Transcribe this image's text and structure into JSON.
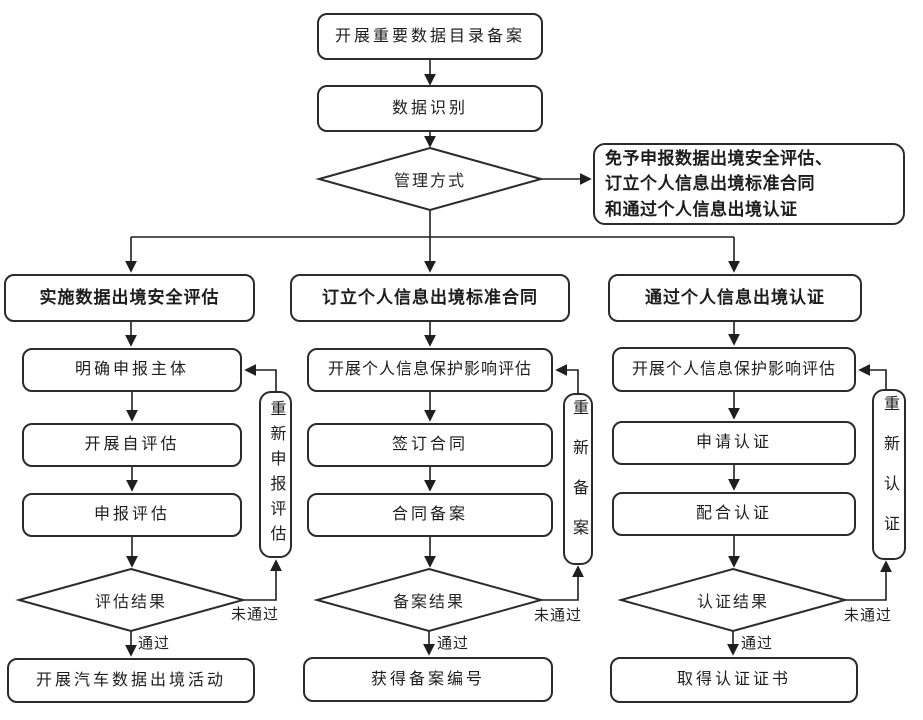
{
  "diagram": {
    "top": {
      "step1": "开展重要数据目录备案",
      "step2": "数据识别",
      "decision": "管理方式",
      "exempt": {
        "line1": "免予申报数据出境安全评估、",
        "line2": "订立个人信息出境标准合同",
        "line3": "和通过个人信息出境认证"
      }
    },
    "edge_labels": {
      "pass": "通过",
      "fail": "未通过"
    },
    "columns": [
      {
        "header": "实施数据出境安全评估",
        "steps": [
          "明确申报主体",
          "开展自评估",
          "申报评估"
        ],
        "decision": "评估结果",
        "result": "开展汽车数据出境活动",
        "retry": "重新申报评估"
      },
      {
        "header": "订立个人信息出境标准合同",
        "steps": [
          "开展个人信息保护影响评估",
          "签订合同",
          "合同备案"
        ],
        "decision": "备案结果",
        "result": "获得备案编号",
        "retry": "重新备案"
      },
      {
        "header": "通过个人信息出境认证",
        "steps": [
          "开展个人信息保护影响评估",
          "申请认证",
          "配合认证"
        ],
        "decision": "认证结果",
        "result": "取得认证证书",
        "retry": "重新认证"
      }
    ],
    "colors": {
      "line": "#1f1f1f",
      "border": "#2b2b2b",
      "background": "#ffffff"
    }
  }
}
